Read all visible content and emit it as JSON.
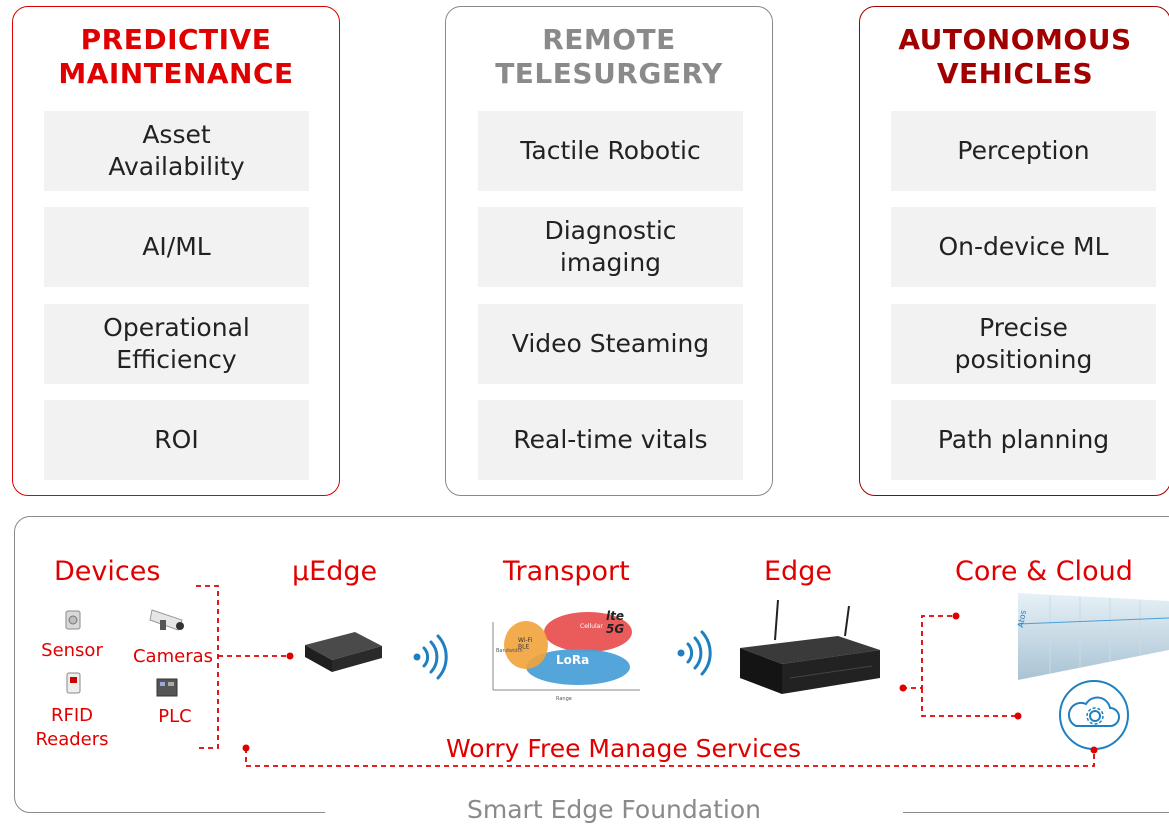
{
  "colors": {
    "red": "#e00000",
    "dark_red": "#a00000",
    "gray": "#8a8a8a",
    "box_fill": "#f2f2f2"
  },
  "panels": [
    {
      "title": "PREDICTIVE\nMAINTENANCE",
      "items": [
        "Asset\nAvailability",
        "AI/ML",
        "Operational\nEfficiency",
        "ROI"
      ]
    },
    {
      "title": "REMOTE\nTELESURGERY",
      "items": [
        "Tactile Robotic",
        "Diagnostic\nimaging",
        "Video Steaming",
        "Real-time vitals"
      ]
    },
    {
      "title": "AUTONOMOUS\nVEHICLES",
      "items": [
        "Perception",
        "On-device ML",
        "Precise\npositioning",
        "Path planning"
      ]
    }
  ],
  "foundation": {
    "label": "Smart Edge Foundation",
    "columns": [
      "Devices",
      "μEdge",
      "Transport",
      "Edge",
      "Core & Cloud"
    ],
    "devices": [
      "Sensor\ns",
      "Cameras",
      "RFID\nReaders",
      "PLC"
    ],
    "management": "Worry Free Manage Services",
    "transport_chart": {
      "bubbles": [
        "Wi-Fi\nBLE",
        "Cellular",
        "LoRa"
      ],
      "x_label": "Range",
      "y_label": "Bandwidth",
      "badge": "lte\n5G",
      "cloud_badge": "Atos"
    }
  },
  "icons": [
    "wifi-signal-icon",
    "cloud-gear-icon",
    "server-rack-icon",
    "sensor-icon",
    "camera-icon",
    "rfid-reader-icon",
    "plc-icon",
    "microedge-box-icon",
    "edge-server-icon"
  ]
}
